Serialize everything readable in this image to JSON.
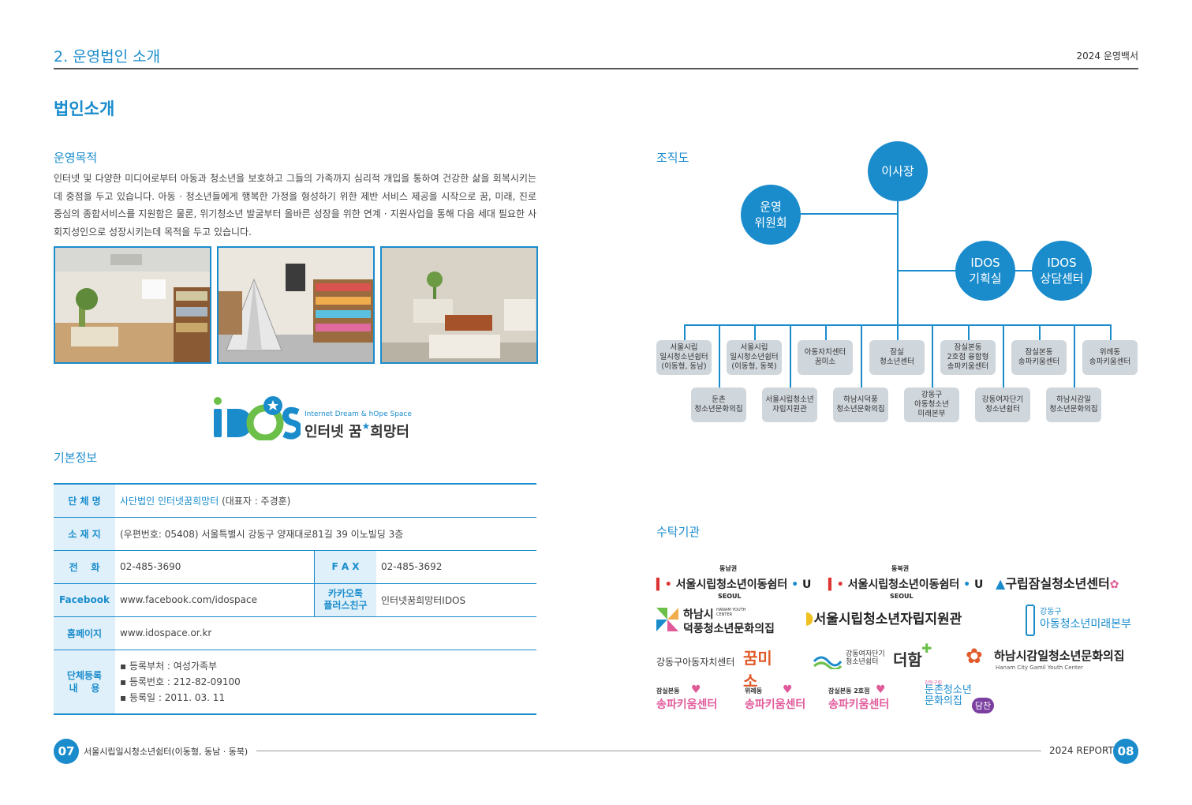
{
  "header": {
    "section_title": "2. 운영법인 소개",
    "report_title": "2024 운영백서"
  },
  "main_title": "법인소개",
  "purpose": {
    "title": "운영목적",
    "text": "인터넷 및 다양한 미디어로부터 아동과 청소년을 보호하고 그들의 가족까지 심리적 개입을 통하여 건강한 삶을 회복시키는데 중점을 두고 있습니다. 아동 · 청소년들에게 행복한 가정을 형성하기 위한 제반 서비스 제공을 시작으로 꿈, 미래, 진로 중심의 종합서비스를 지원함은 물론, 위기청소년 발굴부터 올바른 성장을 위한 연계 · 지원사업을 통해 다음 세대 필요한 사회지성인으로 성장시키는데 목적을 두고 있습니다."
  },
  "idos_logo": {
    "mark": "iDOS",
    "tagline": "Internet Dream & hOpe Space",
    "name": "인터넷 꿈",
    "name_rest": "희망터"
  },
  "basic_info": {
    "title": "기본정보",
    "org_label": "단 체 명",
    "org_value": "사단법인 인터넷꿈희망터",
    "org_rep": " (대표자 : 주경훈)",
    "address_label": "소 재 지",
    "address_value": "(우편번호: 05408) 서울특별시 강동구 양재대로81길 39 이노빌딩 3층",
    "phone_label": "전    화",
    "phone_value": "02-485-3690",
    "fax_label": "F A X",
    "fax_value": "02-485-3692",
    "facebook_label": "Facebook",
    "facebook_value": "www.facebook.com/idospace",
    "kakao_label_1": "카카오톡",
    "kakao_label_2": "플러스친구",
    "kakao_value": "인터넷꿈희망터IDOS",
    "homepage_label": "홈페이지",
    "homepage_value": "www.idospace.or.kr",
    "reg_label_1": "단체등록",
    "reg_label_2": "내    용",
    "reg_items": [
      "▪ 등록부처 : 여성가족부",
      "▪ 등록번호 : 212-82-09100",
      "▪ 등록일 : 2011. 03. 11"
    ]
  },
  "org_chart": {
    "title": "조직도",
    "chair": "이사장",
    "committee_1": "운영",
    "committee_2": "위원회",
    "planning_1": "IDOS",
    "planning_2": "기획실",
    "counsel_1": "IDOS",
    "counsel_2": "상담센터",
    "top_row": [
      [
        "서울시립",
        "일시청소년쉼터",
        "(이동형, 동남)"
      ],
      [
        "서울시립",
        "일시청소년쉼터",
        "(이동형, 동북)"
      ],
      [
        "아동자치센터",
        "꿈미소"
      ],
      [
        "잠실",
        "청소년센터"
      ],
      [
        "잠실본동",
        "2호점 융합형",
        "송파키움센터"
      ],
      [
        "잠실본동",
        "송파키움센터"
      ],
      [
        "위례동",
        "송파키움센터"
      ]
    ],
    "bottom_row": [
      [
        "둔촌",
        "청소년문화의집"
      ],
      [
        "서울시립청소년",
        "자립지원관"
      ],
      [
        "하남시덕풍",
        "청소년문화의집"
      ],
      [
        "강동구",
        "아동청소년",
        "미래본부"
      ],
      [
        "강동여자단기",
        "청소년쉼터"
      ],
      [
        "하남시감일",
        "청소년문화의집"
      ]
    ]
  },
  "commissioned": {
    "title": "수탁기관",
    "l1_tag": "동남권",
    "l1_name": "서울시립청소년이동쉼터",
    "l1_sub": "SEOUL",
    "l2_tag": "동북권",
    "l2_name": "서울시립청소년이동쉼터",
    "l2_sub": "SEOUL",
    "l3_name": "구립잠실청소년센터",
    "l4_name_1": "하남시",
    "l4_name_2": "덕풍청소년문화의집",
    "l4_small": "HANAM YOUTH CENTER",
    "l5_name": "서울시립청소년자립지원관",
    "l6_name_1": "강동구",
    "l6_name_2": "아동청소년미래본부",
    "l7_name": "강동구아동자치센터",
    "l7_mark": "꿈미소",
    "l8_name_1": "강동여자단기",
    "l8_name_2": "청소년쉼터",
    "l8_mark": "더함",
    "l9_name": "하남시감일청소년문화의집",
    "l9_sub": "Hanam City Gamil Youth Center",
    "l10_tag": "잠실본동",
    "l10_name": "송파키움센터",
    "l11_tag": "위례동",
    "l11_name": "송파키움센터",
    "l12_tag": "잠실본동 2호점",
    "l12_name": "송파키움센터",
    "l13_tag": "강동구립",
    "l13_name_1": "둔촌청소년",
    "l13_name_2": "문화의집",
    "l13_badge": "담찬"
  },
  "footer": {
    "left_num": "07",
    "left_text": "서울시립일시청소년쉼터(이동형, 동남 · 동북)",
    "right_text": "2024 REPORT",
    "right_num": "08"
  },
  "colors": {
    "accent": "#1a8ccc",
    "box": "#cfd6dc"
  }
}
